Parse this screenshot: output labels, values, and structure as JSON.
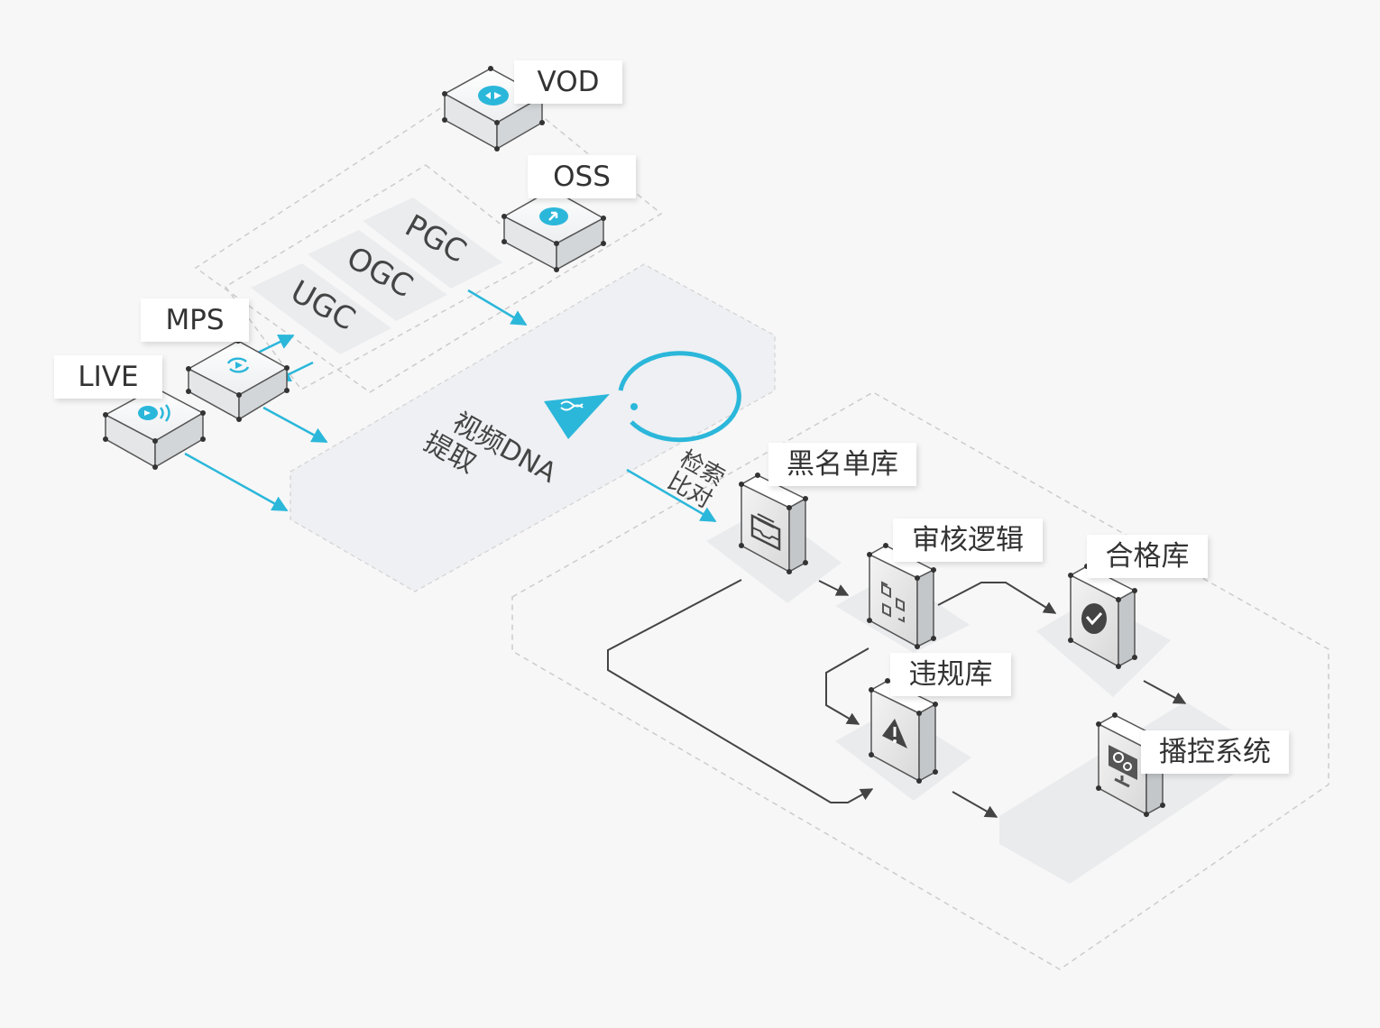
{
  "colors": {
    "background": "#f7f7f7",
    "accent": "#2bb7da",
    "panel": "#eef0f3",
    "dashed": "#cfcfcf",
    "flow_line": "#444444",
    "label_text": "#333333"
  },
  "sources": {
    "vod": {
      "label": "VOD",
      "icon": "vod-cloud-icon"
    },
    "oss": {
      "label": "OSS",
      "icon": "oss-cloud-upload-icon"
    },
    "mps": {
      "label": "MPS",
      "icon": "mps-transcode-icon"
    },
    "live": {
      "label": "LIVE",
      "icon": "live-broadcast-icon"
    }
  },
  "content_types": [
    "PGC",
    "OGC",
    "UGC"
  ],
  "center": {
    "line1": "视频DNA",
    "line2": "提取",
    "icon": "dna-logo-icon"
  },
  "search_compare": {
    "line1": "检索",
    "line2": "比对"
  },
  "nodes": {
    "blacklist": {
      "label": "黑名单库",
      "icon": "archive-tray-icon"
    },
    "review": {
      "label": "审核逻辑",
      "icon": "scan-compare-icon"
    },
    "qualified": {
      "label": "合格库",
      "icon": "check-circle-icon"
    },
    "violation": {
      "label": "违规库",
      "icon": "warning-triangle-icon"
    },
    "broadcast": {
      "label": "播控系统",
      "icon": "monitor-gears-icon"
    }
  }
}
